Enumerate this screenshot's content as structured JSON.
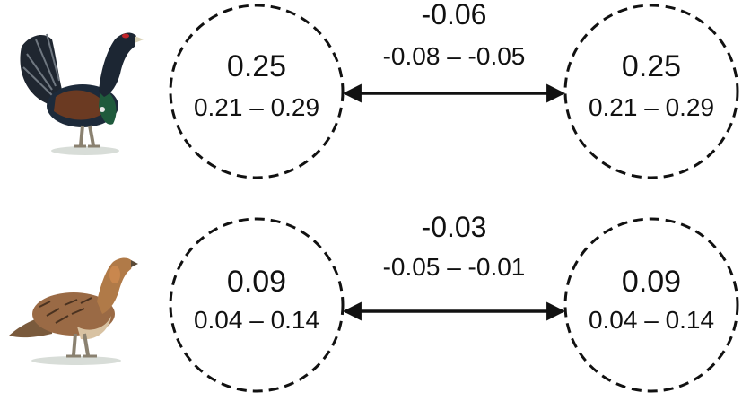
{
  "rows": [
    {
      "bird_icon": "capercaillie-male-icon",
      "left_node": {
        "value": "0.25",
        "range": "0.21 – 0.29"
      },
      "right_node": {
        "value": "0.25",
        "range": "0.21 – 0.29"
      },
      "link": {
        "value": "-0.06",
        "range": "-0.08 – -0.05"
      }
    },
    {
      "bird_icon": "capercaillie-female-icon",
      "left_node": {
        "value": "0.09",
        "range": "0.04 – 0.14"
      },
      "right_node": {
        "value": "0.09",
        "range": "0.04 – 0.14"
      },
      "link": {
        "value": "-0.03",
        "range": "-0.05 – -0.01"
      }
    }
  ],
  "colors": {
    "stroke": "#111111",
    "male_plumage": "#1d2a3a",
    "male_wing": "#6b3a22",
    "female_plumage": "#9a6a45",
    "comb": "#c0242a"
  }
}
